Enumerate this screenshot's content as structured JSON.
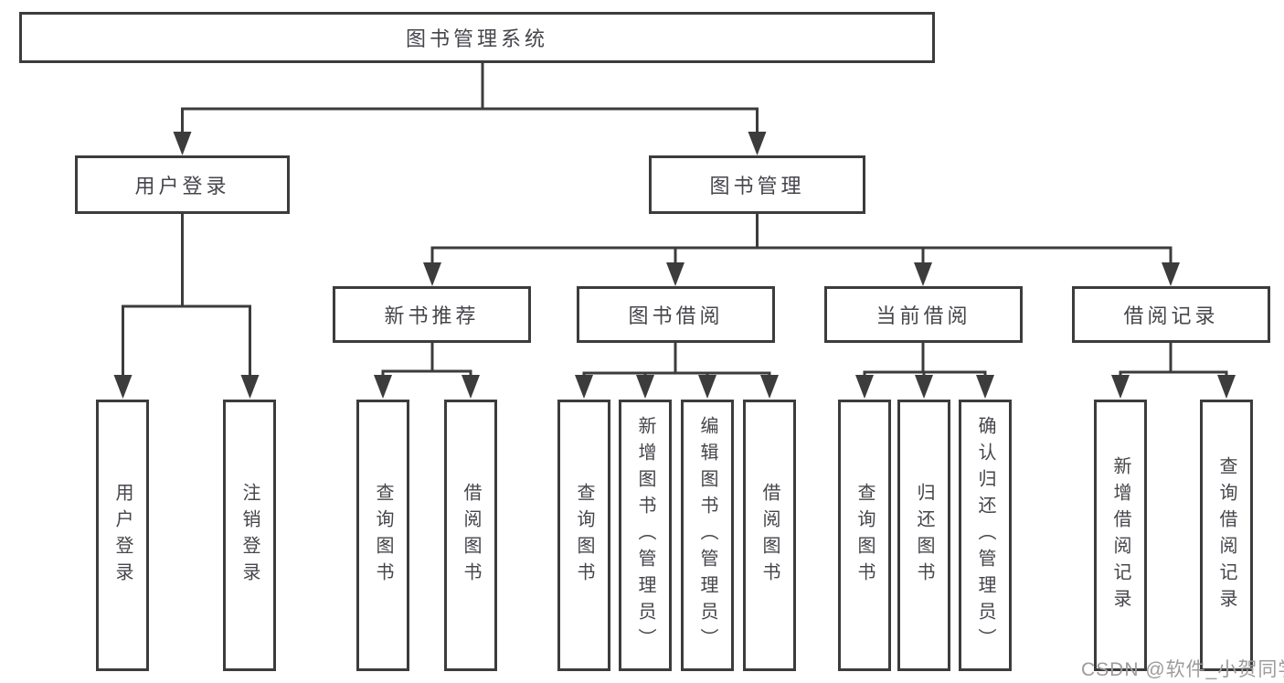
{
  "tree": {
    "root": {
      "label": "图书管理系统"
    },
    "branches": [
      {
        "label": "用户登录",
        "children": [
          {
            "label": "用户登录"
          },
          {
            "label": "注销登录"
          }
        ]
      },
      {
        "label": "图书管理",
        "children": [
          {
            "label": "新书推荐",
            "children": [
              {
                "label": "查询图书"
              },
              {
                "label": "借阅图书"
              }
            ]
          },
          {
            "label": "图书借阅",
            "children": [
              {
                "label": "查询图书"
              },
              {
                "label": "新增图书（管理员）"
              },
              {
                "label": "编辑图书（管理员）"
              },
              {
                "label": "借阅图书"
              }
            ]
          },
          {
            "label": "当前借阅",
            "children": [
              {
                "label": "查询图书"
              },
              {
                "label": "归还图书"
              },
              {
                "label": "确认归还（管理员）"
              }
            ]
          },
          {
            "label": "借阅记录",
            "children": [
              {
                "label": "新增借阅记录"
              },
              {
                "label": "查询借阅记录"
              }
            ]
          }
        ]
      }
    ]
  },
  "watermark": {
    "text": "CSDN @软件_小贺同学"
  },
  "colors": {
    "line": "#3c3c3c",
    "text": "#45454b",
    "watermark": "#9c9c9c",
    "background": "#ffffff"
  }
}
